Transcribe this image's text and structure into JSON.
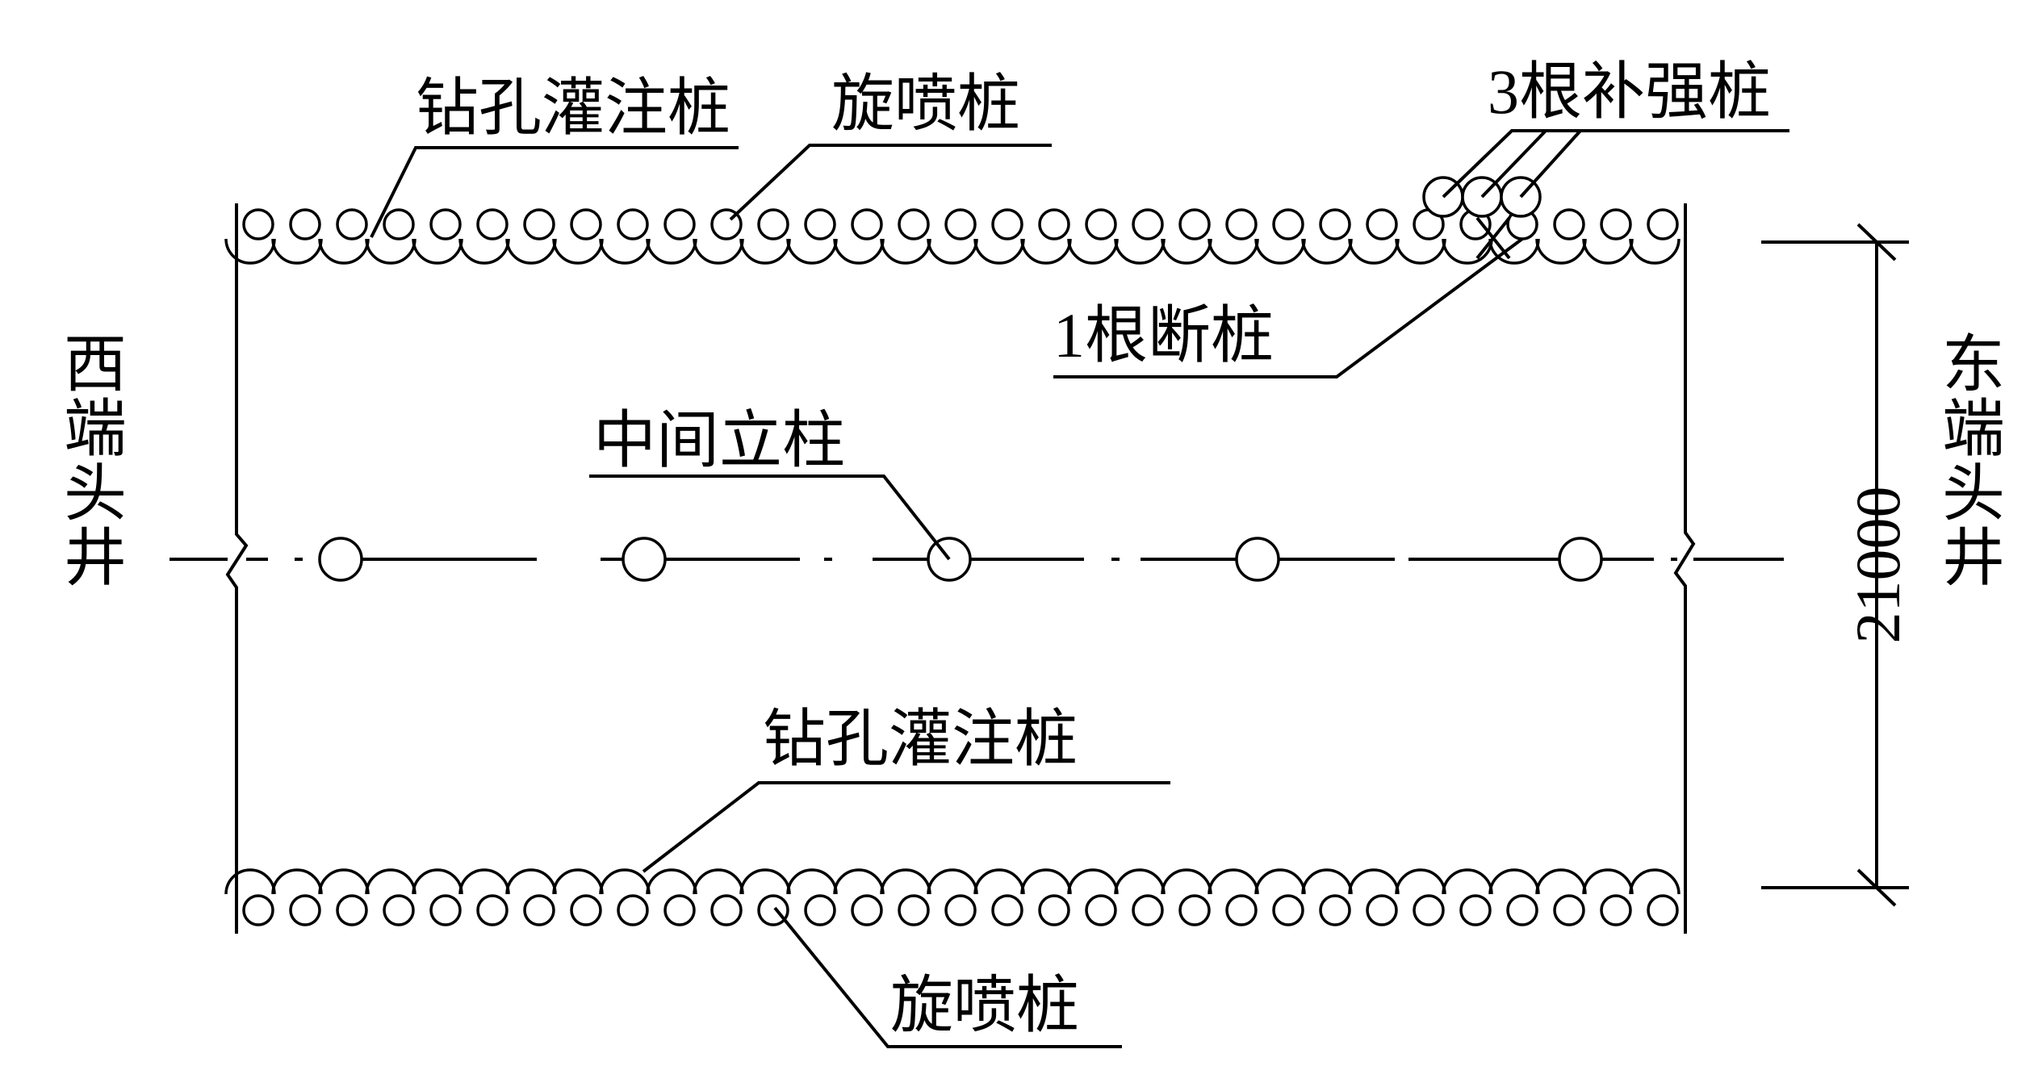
{
  "labels": {
    "bored_pile_top": "钻孔灌注桩",
    "jet_pile_top": "旋喷桩",
    "reinforce_piles": "3根补强桩",
    "broken_pile": "1根断桩",
    "middle_column": "中间立柱",
    "bored_pile_bottom": "钻孔灌注桩",
    "jet_pile_bottom": "旋喷桩",
    "west_well": "西端头井",
    "east_well": "东端头井",
    "dimension": "21000"
  }
}
